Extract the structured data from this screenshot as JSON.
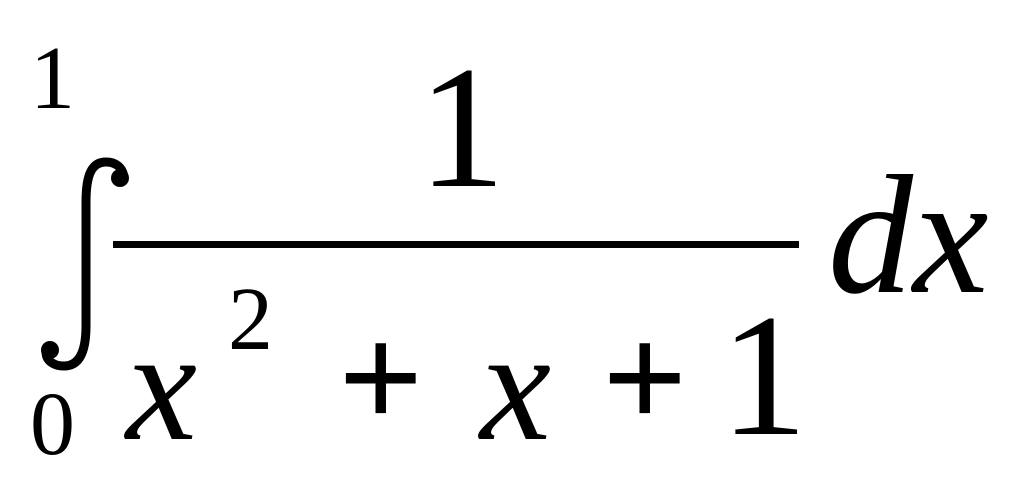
{
  "expression": {
    "integral_sign": "∫",
    "upper_limit": "1",
    "lower_limit": "0",
    "numerator": "1",
    "denominator": {
      "x_term": "x",
      "exponent": "2",
      "plus_1": "+",
      "x_linear": "x",
      "plus_2": "+",
      "constant": "1"
    },
    "differential": "dx"
  },
  "colors": {
    "ink": "#000000",
    "background": "#ffffff"
  }
}
